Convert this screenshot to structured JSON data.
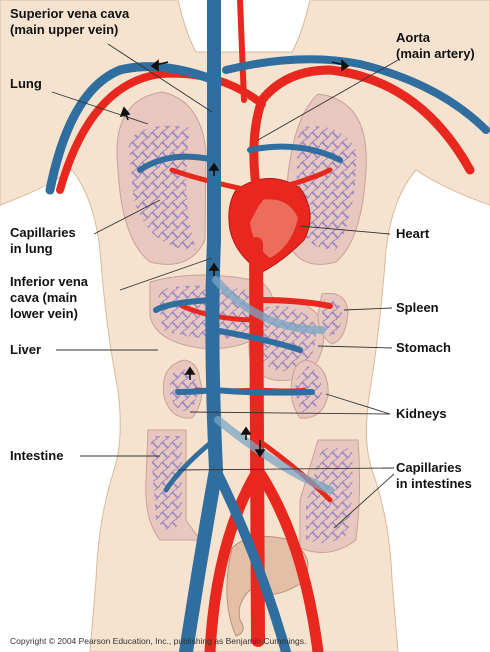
{
  "colors": {
    "body_skin": "#f6e3cf",
    "organ": "#e8c7bf",
    "vein": "#2f6e9e",
    "vein_light": "#7aa6c6",
    "artery": "#e8281e",
    "artery_light": "#f08a78",
    "capillary": "#8e7fc4",
    "leader_line": "#333333"
  },
  "labels": {
    "superior_vena_cava": [
      "Superior vena cava",
      "(main upper vein)"
    ],
    "aorta": [
      "Aorta",
      "(main artery)"
    ],
    "lung": [
      "Lung"
    ],
    "capillaries_lung": [
      "Capillaries",
      "in lung"
    ],
    "heart": [
      "Heart"
    ],
    "inferior_vena_cava": [
      "Inferior vena",
      "cava (main",
      "lower vein)"
    ],
    "spleen": [
      "Spleen"
    ],
    "liver": [
      "Liver"
    ],
    "stomach": [
      "Stomach"
    ],
    "kidneys": [
      "Kidneys"
    ],
    "intestine": [
      "Intestine"
    ],
    "capillaries_intestines": [
      "Capillaries",
      "in intestines"
    ]
  },
  "copyright": "Copyright © 2004 Pearson Education, Inc., publishing as Benjamin Cummings."
}
